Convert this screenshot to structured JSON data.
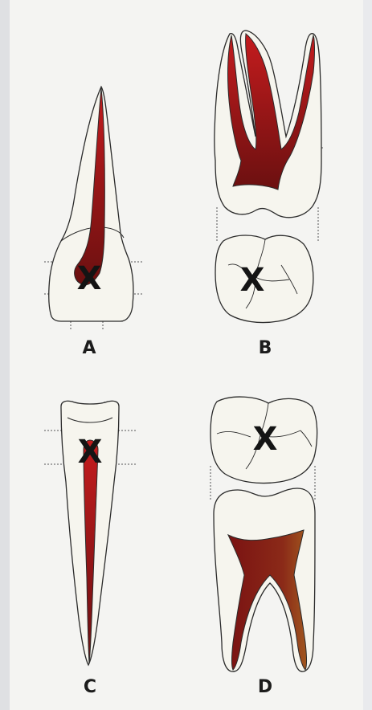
{
  "figure": {
    "panels": [
      {
        "id": "A",
        "label": "A",
        "mark": "X"
      },
      {
        "id": "B",
        "label": "B",
        "mark": "X"
      },
      {
        "id": "C",
        "label": "C",
        "mark": "X"
      },
      {
        "id": "D",
        "label": "D",
        "mark": "X"
      }
    ],
    "colors": {
      "page": "#f4f4f2",
      "tooth_fill": "#f6f5ee",
      "tooth_outline": "#2b2b2b",
      "pulp_dark": "#6b1010",
      "pulp_red": "#b0191b",
      "guide_lines": "#555555",
      "mark": "#141414"
    }
  }
}
